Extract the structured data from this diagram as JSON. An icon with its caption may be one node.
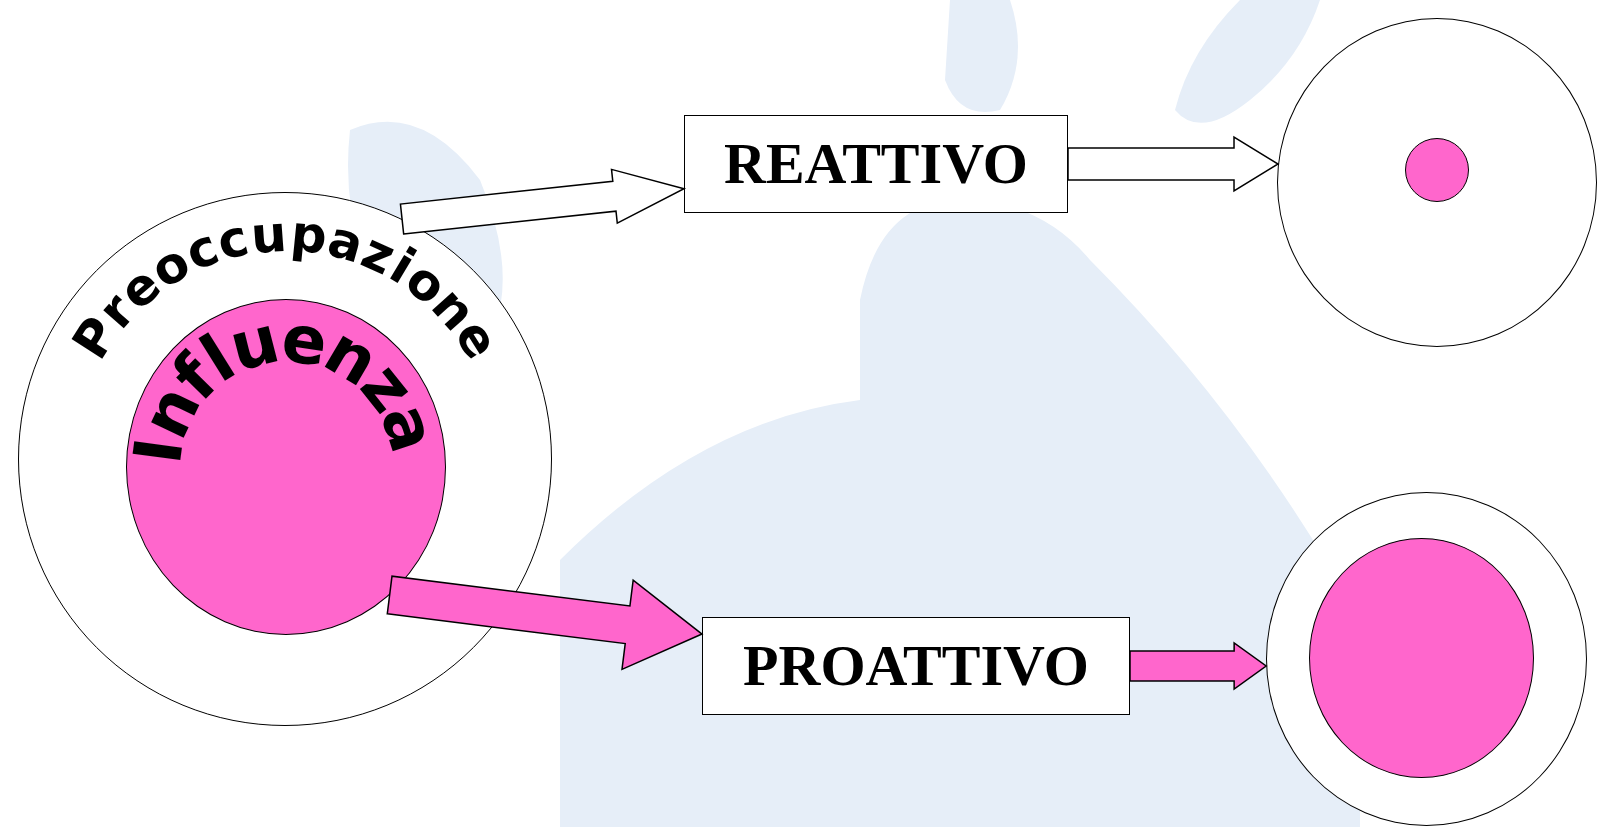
{
  "diagram": {
    "nodes": [
      {
        "text": [
          "Preoccupazione"
        ]
      },
      {
        "text": [
          "Influenza"
        ],
        "in": 0
      },
      {
        "text": [
          "REATTIVO"
        ]
      },
      {
        "text": [],
        "shape": "circle"
      },
      {
        "text": [],
        "shape": "circle",
        "in": 3
      },
      {
        "text": [
          "PROATTIVO"
        ]
      },
      {
        "text": [],
        "shape": "circle"
      },
      {
        "text": [],
        "shape": "circle",
        "in": 6
      }
    ],
    "edges": [
      {
        "from": 0,
        "to": 2,
        "arrow": "to"
      },
      {
        "from": 2,
        "to": 3,
        "arrow": "to"
      },
      {
        "from": 1,
        "to": 5,
        "arrow": "to",
        "color": "#ff66cc"
      },
      {
        "from": 5,
        "to": 6,
        "arrow": "to",
        "color": "#ff66cc"
      }
    ]
  }
}
